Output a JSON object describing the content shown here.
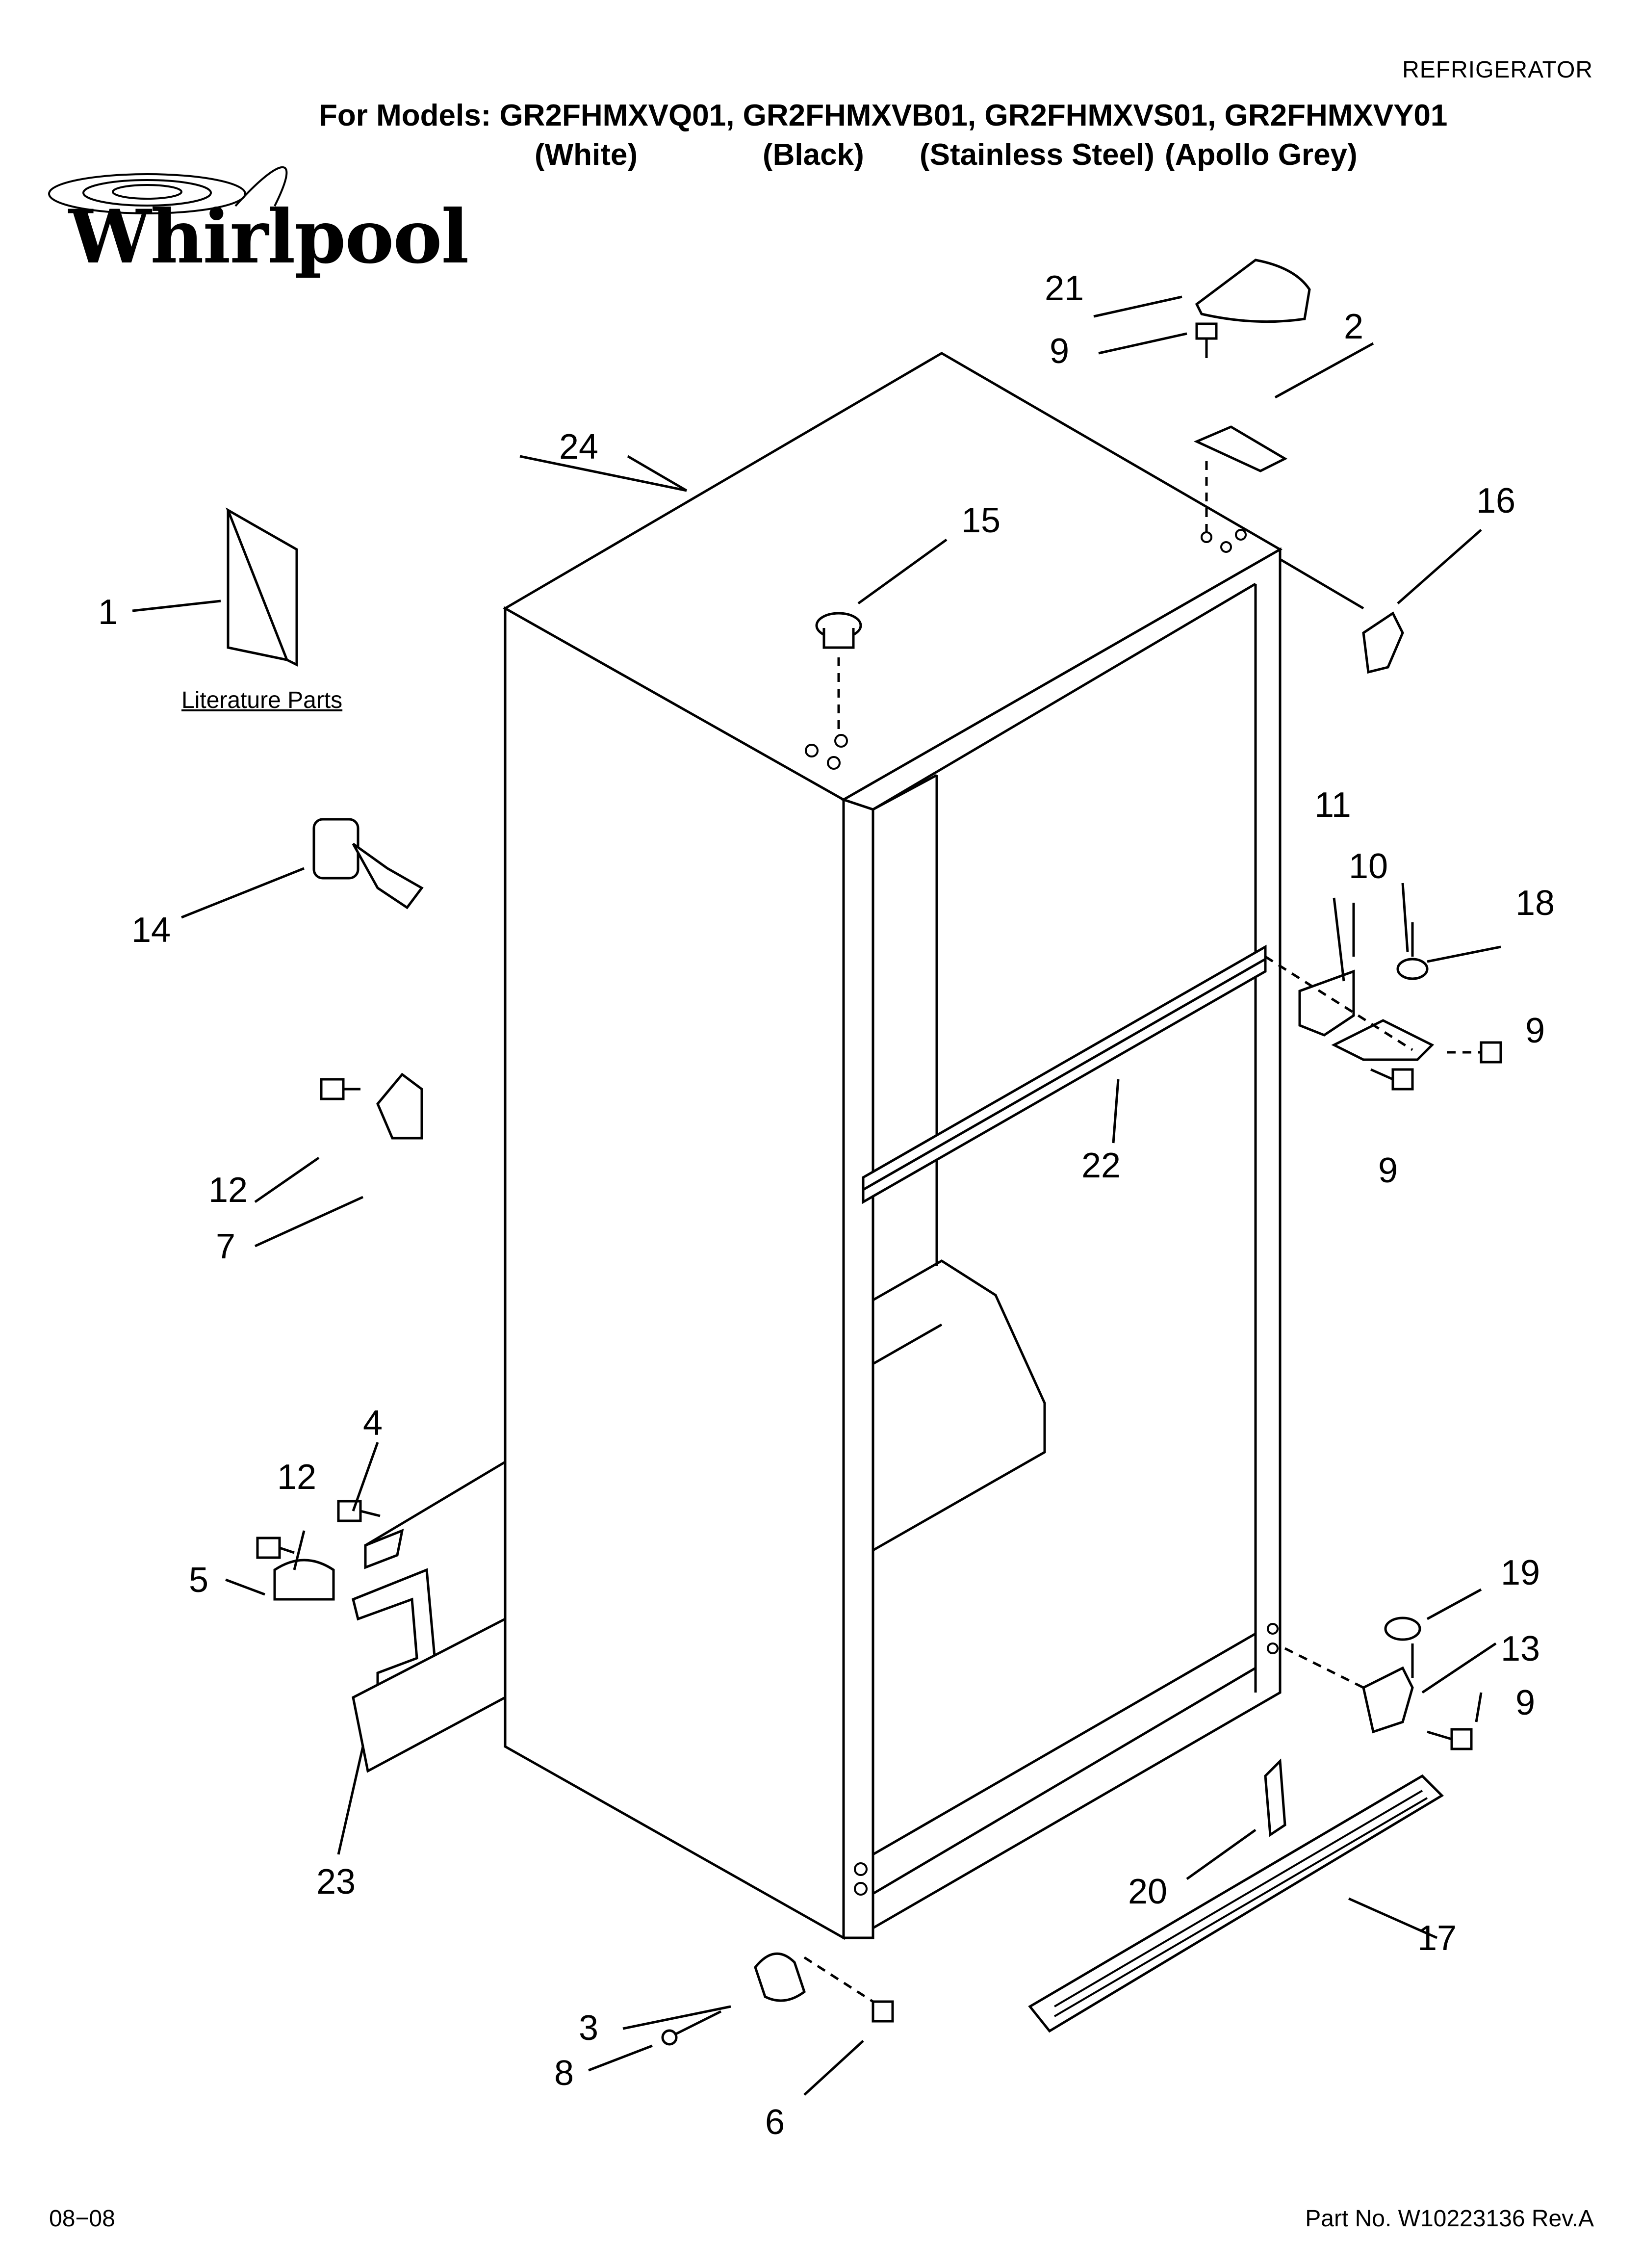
{
  "header": {
    "category": "REFRIGERATOR",
    "models_line": "For Models: GR2FHMXVQ01, GR2FHMXVB01, GR2FHMXVS01, GR2FHMXVY01",
    "colors": [
      "(White)",
      "(Black)",
      "(Stainless Steel)",
      "(Apollo Grey)"
    ]
  },
  "brand": {
    "logo_text": "Whirlpool"
  },
  "literature_label": "Literature Parts",
  "callouts": [
    "1",
    "2",
    "3",
    "4",
    "5",
    "6",
    "7",
    "8",
    "9",
    "9",
    "9",
    "9",
    "10",
    "11",
    "12",
    "12",
    "13",
    "14",
    "15",
    "16",
    "17",
    "18",
    "19",
    "20",
    "21",
    "22",
    "23",
    "24"
  ],
  "footer": {
    "date": "08−08",
    "part_no": "Part No. W10223136 Rev.A"
  }
}
